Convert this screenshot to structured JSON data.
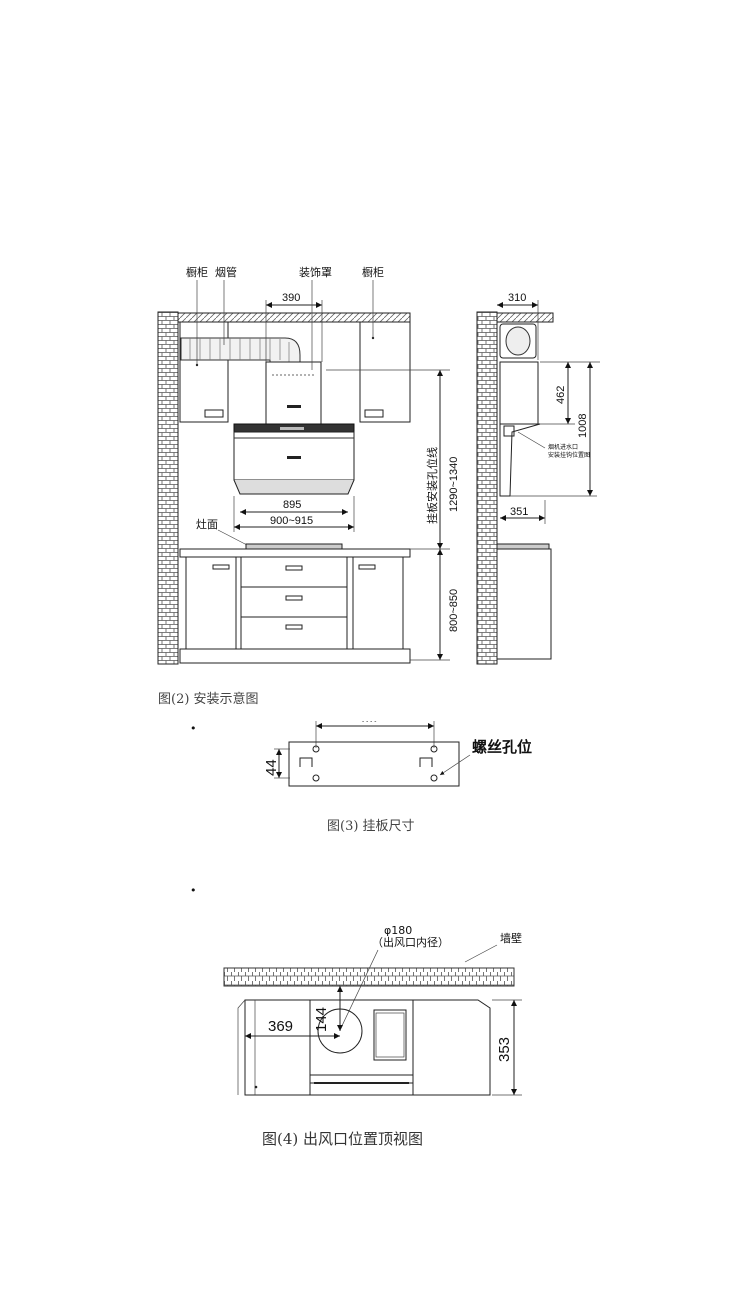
{
  "figure2": {
    "labels": {
      "cabinet_left": "橱柜",
      "flue": "烟管",
      "cover": "装饰罩",
      "cabinet_right": "橱柜",
      "stove_top": "灶面",
      "install_line": "挂板安装孔位线",
      "side_note_line1": "烟机进水口",
      "side_note_line2": "安装挂钩位置图"
    },
    "dimensions": {
      "d390": "390",
      "d895": "895",
      "d900_915": "900~915",
      "d1290_1340": "1290~1340",
      "d800_850": "800~850",
      "d310": "310",
      "d462": "462",
      "d1008": "1008",
      "d351": "351"
    },
    "caption": "图(2) 安装示意图"
  },
  "figure3": {
    "dim_44": "44",
    "dim_top": "- - - -",
    "screw_label": "螺丝孔位",
    "caption": "图(3) 挂板尺寸"
  },
  "figure4": {
    "phi": "φ180",
    "outlet_note": "（出风口内径）",
    "wall": "墙壁",
    "d144": "144",
    "d369": "369",
    "d353": "353",
    "caption": "图(4)  出风口位置顶视图"
  },
  "bullet": "•"
}
